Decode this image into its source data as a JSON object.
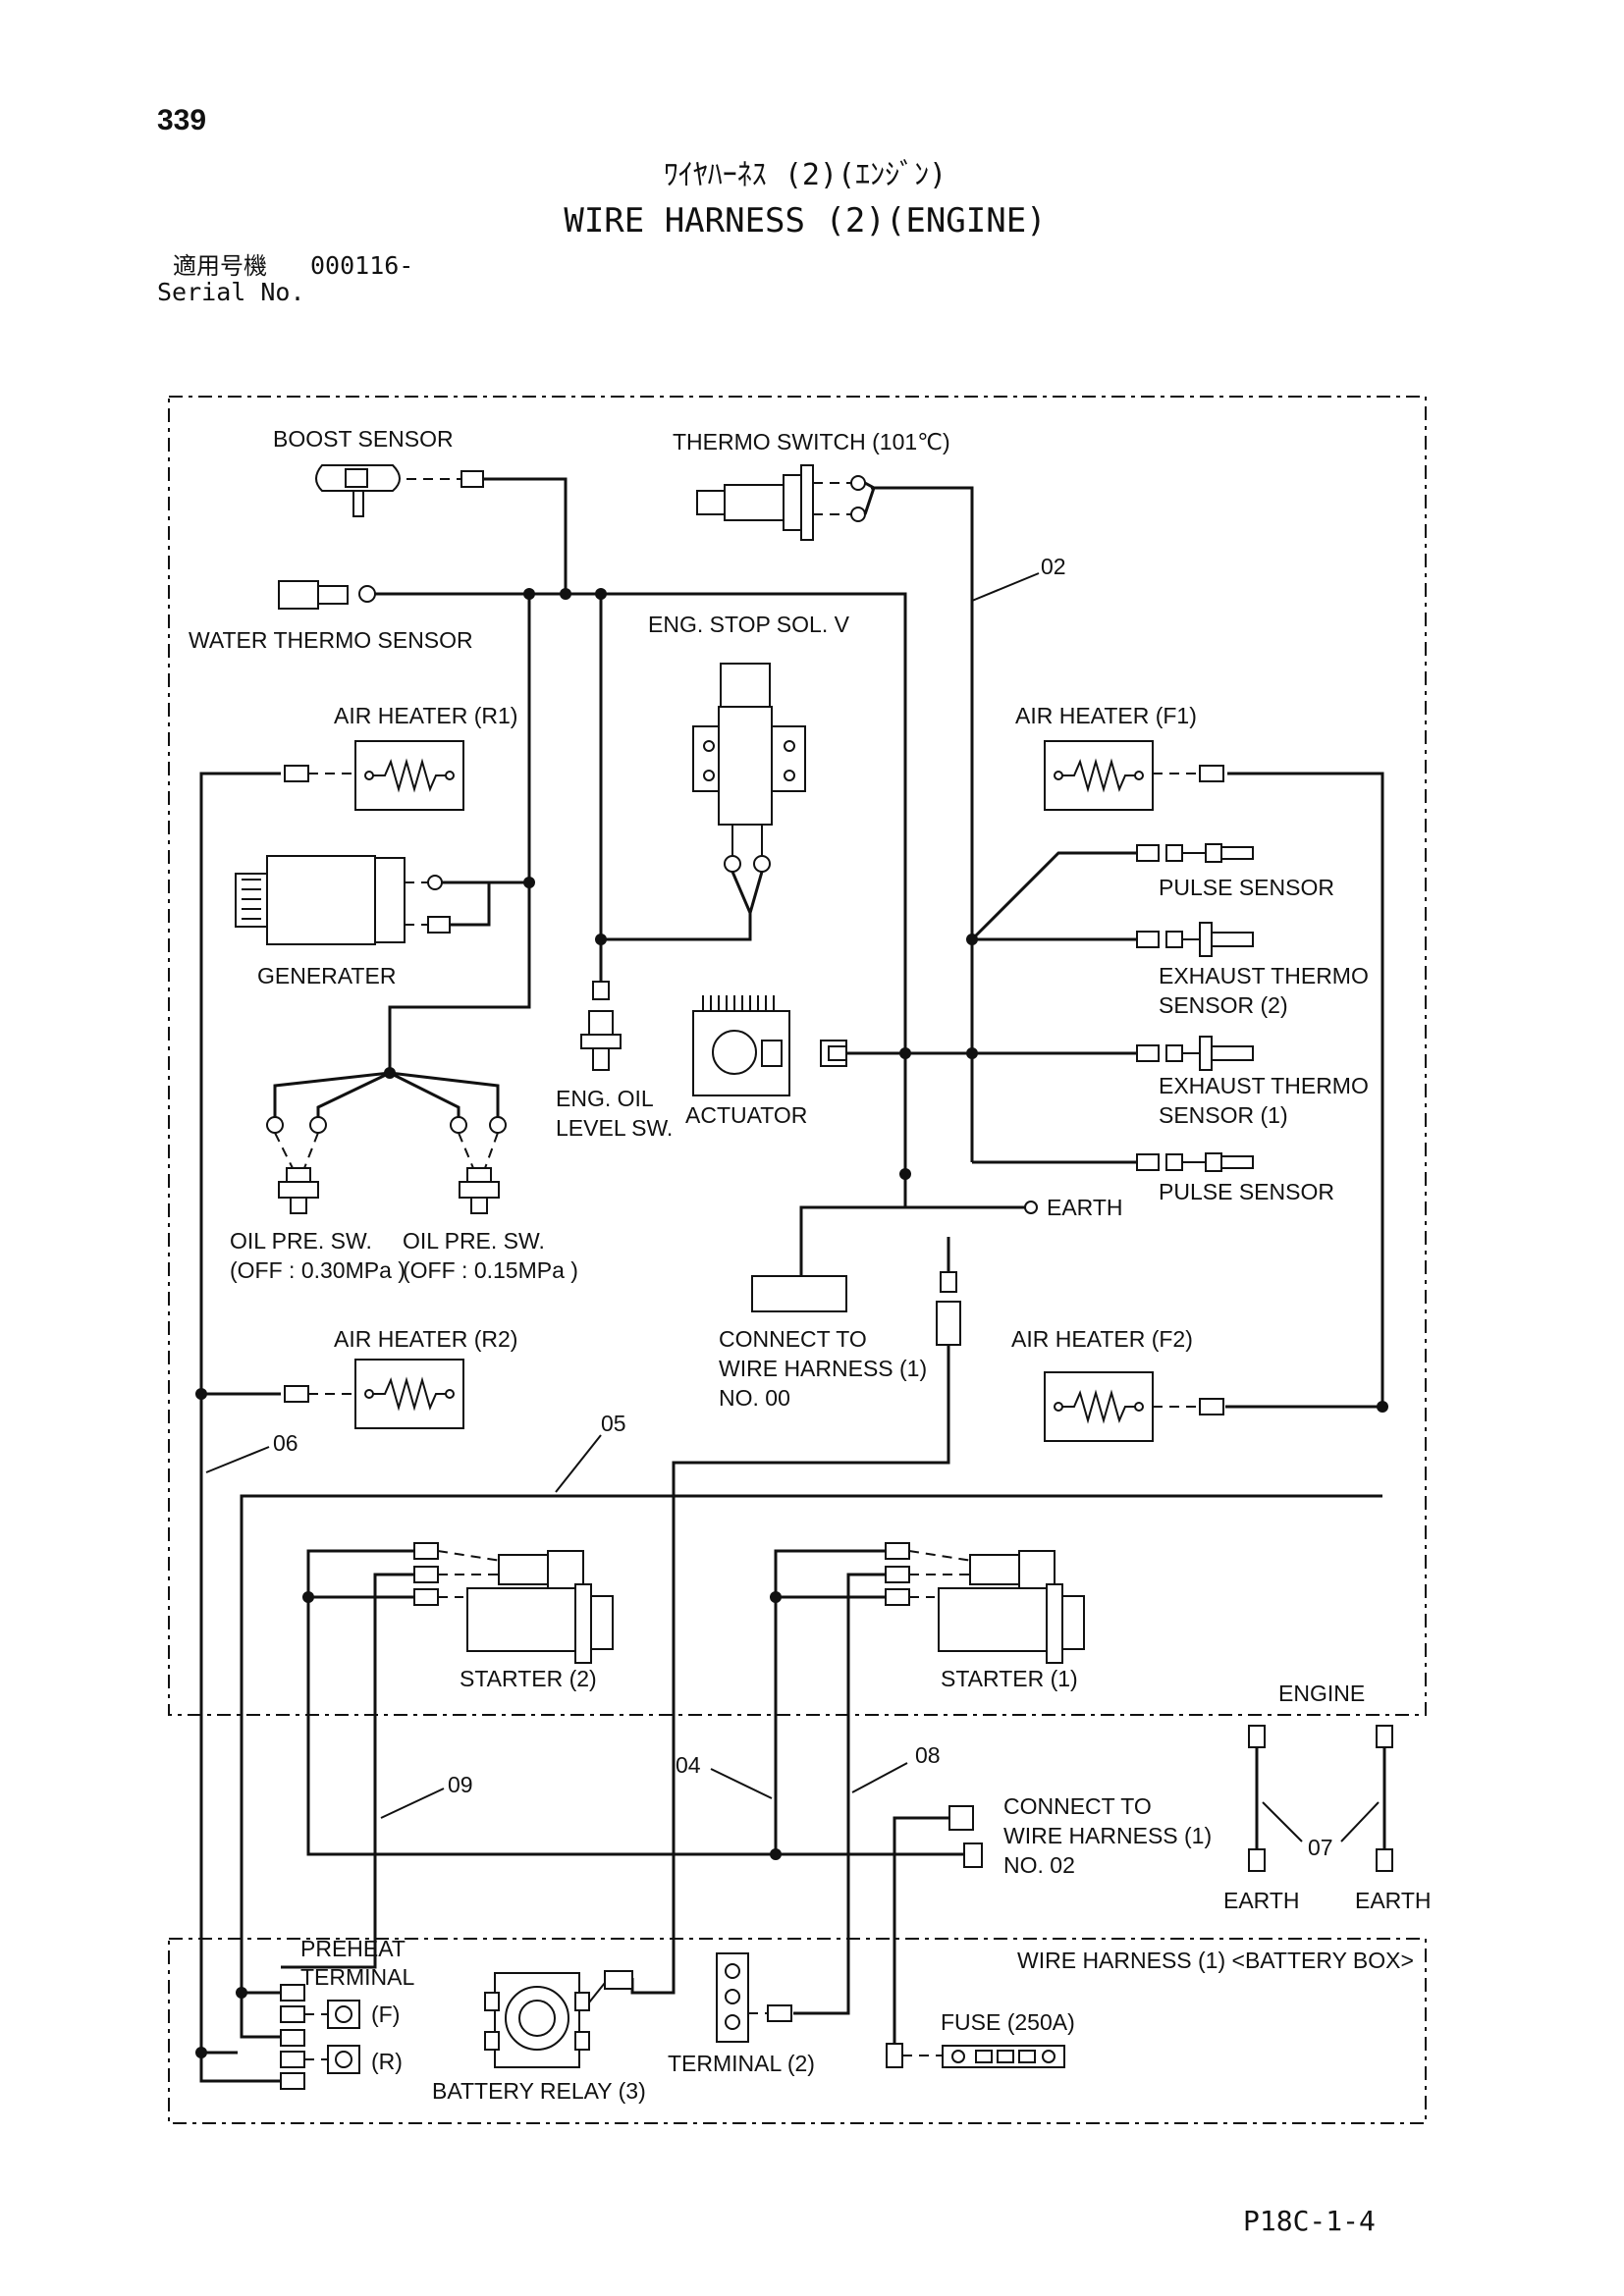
{
  "page": {
    "number": "339",
    "code": "P18C-1-4"
  },
  "header": {
    "title_jp": "ﾜｲﾔﾊｰﾈｽ (2)(ｴﾝｼﾞﾝ)",
    "title_en": "WIRE HARNESS (2)(ENGINE)",
    "serial_jp": "適用号機",
    "serial_value": "000116-",
    "serial_en": "Serial No."
  },
  "labels": {
    "boost_sensor": "BOOST SENSOR",
    "thermo_switch": "THERMO SWITCH (101℃)",
    "water_thermo_sensor": "WATER THERMO SENSOR",
    "eng_stop_sol_v": "ENG. STOP SOL. V",
    "air_heater_r1": "AIR HEATER (R1)",
    "air_heater_f1": "AIR HEATER (F1)",
    "pulse_sensor_top": "PULSE SENSOR",
    "exhaust_thermo_2_line1": "EXHAUST THERMO",
    "exhaust_thermo_2_line2": "SENSOR (2)",
    "exhaust_thermo_1_line1": "EXHAUST THERMO",
    "exhaust_thermo_1_line2": "SENSOR (1)",
    "pulse_sensor_bottom": "PULSE SENSOR",
    "generater": "GENERATER",
    "eng_oil_level_sw_line1": "ENG. OIL",
    "eng_oil_level_sw_line2": "LEVEL SW.",
    "actuator": "ACTUATOR",
    "earth_main": "EARTH",
    "oil_pre_sw_1_line1": "OIL PRE. SW.",
    "oil_pre_sw_1_line2": "(OFF : 0.30MPa )",
    "oil_pre_sw_2_line1": "OIL PRE. SW.",
    "oil_pre_sw_2_line2": "(OFF : 0.15MPa )",
    "connect_00_line1": "CONNECT TO",
    "connect_00_line2": "WIRE HARNESS (1)",
    "connect_00_line3": "NO. 00",
    "air_heater_r2": "AIR HEATER (R2)",
    "air_heater_f2": "AIR HEATER (F2)",
    "starter_2": "STARTER (2)",
    "starter_1": "STARTER (1)",
    "engine": "ENGINE",
    "earth_left": "EARTH",
    "earth_right": "EARTH",
    "connect_02_line1": "CONNECT TO",
    "connect_02_line2": "WIRE HARNESS (1)",
    "connect_02_line3": "NO. 02",
    "preheat_line1": "PREHEAT",
    "preheat_line2": "TERMINAL",
    "preheat_f": "(F)",
    "preheat_r": "(R)",
    "battery_relay": "BATTERY RELAY (3)",
    "terminal_2": "TERMINAL (2)",
    "fuse": "FUSE (250A)",
    "battery_box": "WIRE HARNESS (1) <BATTERY BOX>"
  },
  "callouts": {
    "c02": "02",
    "c06": "06",
    "c05": "05",
    "c04": "04",
    "c08": "08",
    "c09": "09",
    "c07": "07"
  }
}
